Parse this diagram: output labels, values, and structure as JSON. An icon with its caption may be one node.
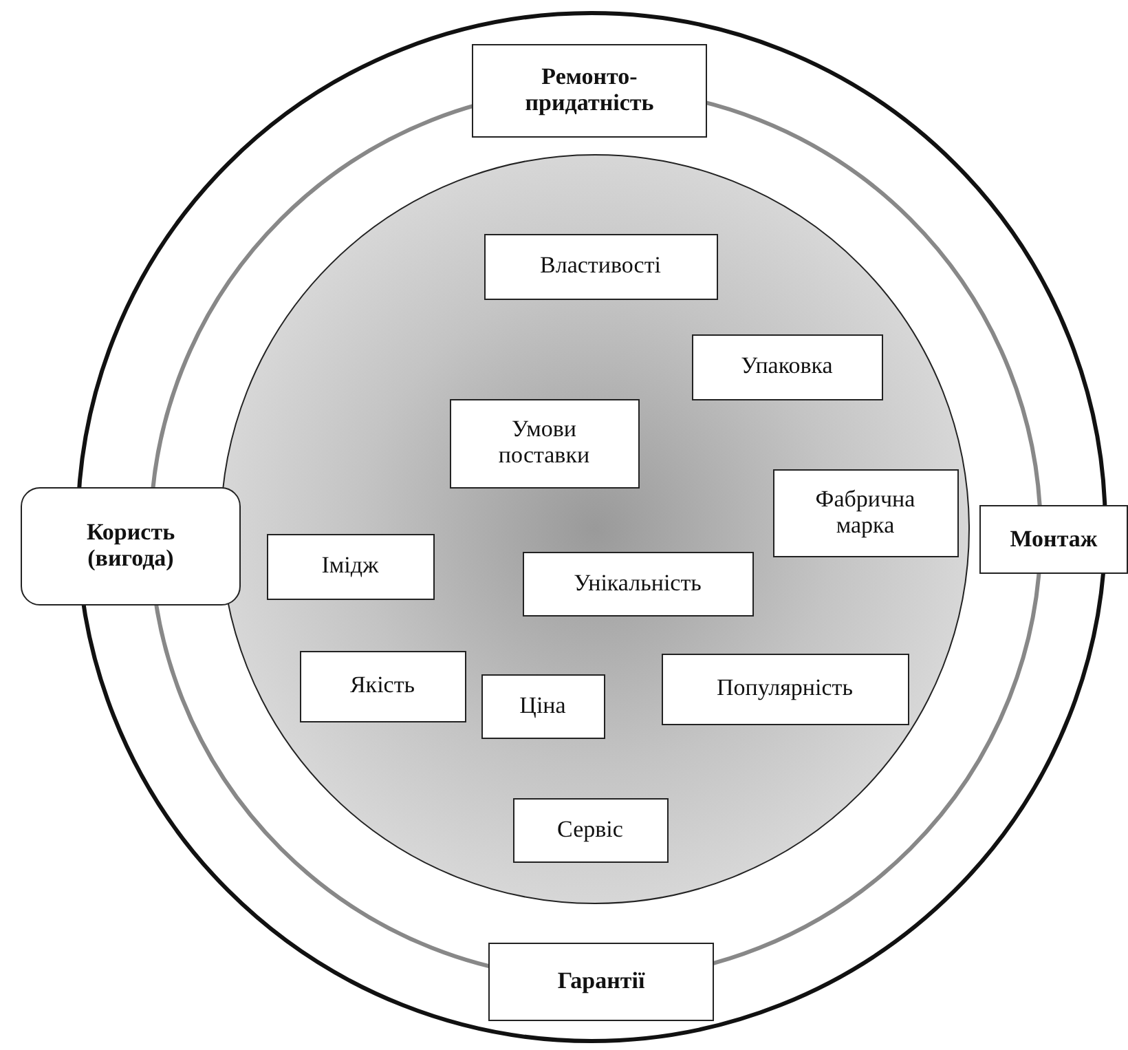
{
  "diagram": {
    "nodes": [
      {
        "text": [],
        "shape": "circle"
      },
      {
        "text": [],
        "shape": "circle",
        "in": 0
      },
      {
        "text": [],
        "shape": "circle",
        "in": 1
      },
      {
        "text": [
          "Ремонто- придатність"
        ],
        "in": 0
      },
      {
        "text": [
          "Властивості"
        ],
        "in": 2
      },
      {
        "text": [
          "Упаковка"
        ],
        "in": 2
      },
      {
        "text": [
          "Умови поставки"
        ],
        "in": 2
      },
      {
        "text": [
          "Фабрична марка"
        ],
        "in": 2
      },
      {
        "text": [
          "Користь (вигода)"
        ]
      },
      {
        "text": [
          "Монтаж"
        ]
      },
      {
        "text": [
          "Імідж"
        ],
        "in": 2
      },
      {
        "text": [
          "Унікальність"
        ],
        "in": 2
      },
      {
        "text": [
          "Якість"
        ],
        "in": 2
      },
      {
        "text": [
          "Ціна"
        ],
        "in": 2
      },
      {
        "text": [
          "Популярність"
        ],
        "in": 2
      },
      {
        "text": [
          "Сервіс"
        ],
        "in": 2
      },
      {
        "text": [
          "Гарантії"
        ],
        "in": 0
      }
    ],
    "edges": []
  }
}
